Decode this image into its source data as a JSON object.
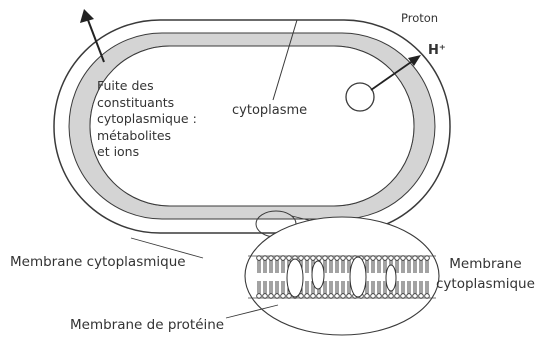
{
  "labels": {
    "leak": "Fuite des\nconstituants\ncytoplasmique :\nmétabolites\net ions",
    "proton": "Proton",
    "h_plus": "H⁺",
    "cytoplasm": "cytoplasme",
    "membrane_left": "Membrane cytoplasmique",
    "membrane_right": "Membrane\ncytoplasmique",
    "protein_membrane": "Membrane de protéine"
  },
  "colors": {
    "line": "#3a3a3a",
    "membrane_fill": "#d4d4d4",
    "text": "#333333"
  }
}
